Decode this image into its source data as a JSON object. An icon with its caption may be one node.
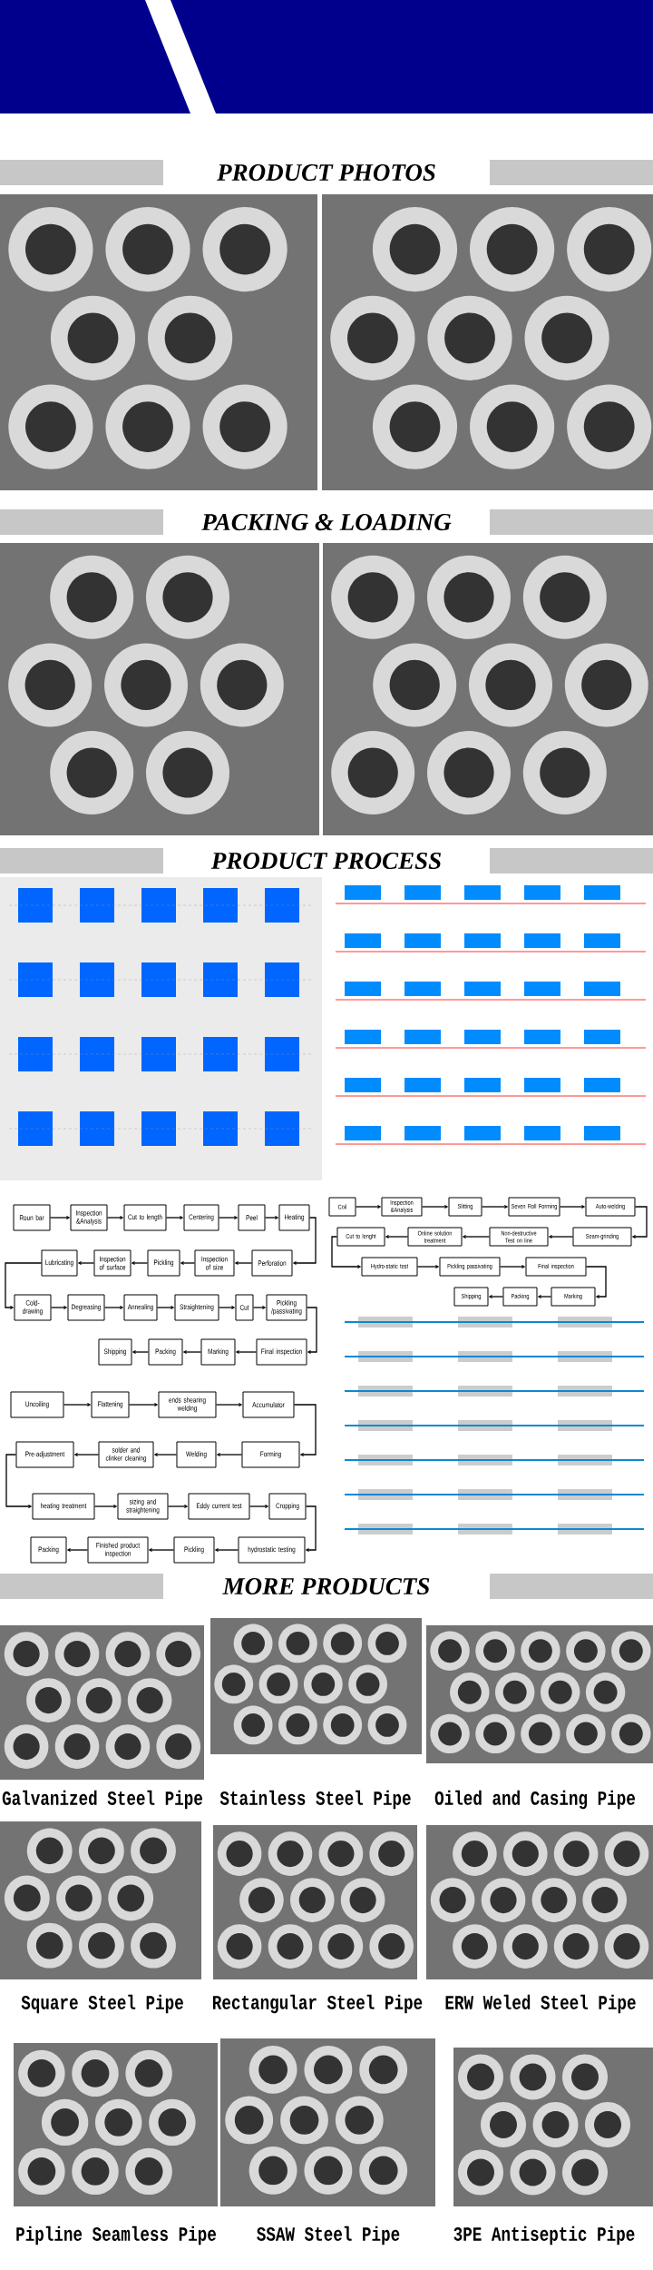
{
  "diagram": {
    "nodes": [
      {
        "text": [
          "Roun bar"
        ]
      },
      {
        "text": [
          "Inspection &Analysis"
        ]
      },
      {
        "text": [
          "Cut to length"
        ]
      },
      {
        "text": [
          "Centering"
        ]
      },
      {
        "text": [
          "Peel"
        ]
      },
      {
        "text": [
          "Heating"
        ]
      },
      {
        "text": [
          "Lubricating"
        ]
      },
      {
        "text": [
          "Inspection of surface"
        ]
      },
      {
        "text": [
          "Pickling"
        ]
      },
      {
        "text": [
          "Inspection of size"
        ]
      },
      {
        "text": [
          "Perforation"
        ]
      },
      {
        "text": [
          "Cold-drawing"
        ]
      },
      {
        "text": [
          "Degreasing"
        ]
      },
      {
        "text": [
          "Annealing"
        ]
      },
      {
        "text": [
          "Straightening"
        ]
      },
      {
        "text": [
          "Cut"
        ]
      },
      {
        "text": [
          "Pickling /passivating"
        ]
      },
      {
        "text": [
          "Shipping"
        ]
      },
      {
        "text": [
          "Packing"
        ]
      },
      {
        "text": [
          "Marking"
        ]
      },
      {
        "text": [
          "Final inspection"
        ]
      },
      {
        "text": [
          "Coil"
        ]
      },
      {
        "text": [
          "Inspection &Analysis"
        ]
      },
      {
        "text": [
          "Slitting"
        ]
      },
      {
        "text": [
          "Seven Roll Forming"
        ]
      },
      {
        "text": [
          "Auto-welding"
        ]
      },
      {
        "text": [
          "Cut to lenght"
        ]
      },
      {
        "text": [
          "Online solution treatment"
        ]
      },
      {
        "text": [
          "Non-destructive Test on line"
        ]
      },
      {
        "text": [
          "Seam-grinding"
        ]
      },
      {
        "text": [
          "Hydro-static test"
        ]
      },
      {
        "text": [
          "Pickling passivating"
        ]
      },
      {
        "text": [
          "Final inspection"
        ]
      },
      {
        "text": [
          "Shipping"
        ]
      },
      {
        "text": [
          "Packing"
        ]
      },
      {
        "text": [
          "Marking"
        ]
      },
      {
        "text": [
          "Uncoiling"
        ]
      },
      {
        "text": [
          "Flattening"
        ]
      },
      {
        "text": [
          "ends shearing welding"
        ]
      },
      {
        "text": [
          "Accumulator"
        ]
      },
      {
        "text": [
          "Pre-adjustment"
        ]
      },
      {
        "text": [
          "solder and clinker cleaning"
        ]
      },
      {
        "text": [
          "Welding"
        ]
      },
      {
        "text": [
          "Forming"
        ]
      },
      {
        "text": [
          "heating treatment"
        ]
      },
      {
        "text": [
          "sizing and straightening"
        ]
      },
      {
        "text": [
          "Eddy current test"
        ]
      },
      {
        "text": [
          "Cropping"
        ]
      },
      {
        "text": [
          "Packing"
        ]
      },
      {
        "text": [
          "Finished product inspection"
        ]
      },
      {
        "text": [
          "Pickling"
        ]
      },
      {
        "text": [
          "hydrostatic testing"
        ]
      }
    ],
    "edges": [
      {
        "from": 0,
        "to": 1,
        "arrow": "to"
      },
      {
        "from": 1,
        "to": 2,
        "arrow": "to"
      },
      {
        "from": 2,
        "to": 3,
        "arrow": "to"
      },
      {
        "from": 3,
        "to": 4,
        "arrow": "to"
      },
      {
        "from": 4,
        "to": 5,
        "arrow": "to"
      },
      {
        "from": 5,
        "to": 10,
        "arrow": "to"
      },
      {
        "from": 10,
        "to": 9,
        "arrow": "to"
      },
      {
        "from": 9,
        "to": 8,
        "arrow": "to"
      },
      {
        "from": 8,
        "to": 7,
        "arrow": "to"
      },
      {
        "from": 7,
        "to": 6,
        "arrow": "to"
      },
      {
        "from": 6,
        "to": 11,
        "arrow": "to"
      },
      {
        "from": 11,
        "to": 12,
        "arrow": "to"
      },
      {
        "from": 12,
        "to": 13,
        "arrow": "to"
      },
      {
        "from": 13,
        "to": 14,
        "arrow": "to"
      },
      {
        "from": 14,
        "to": 15,
        "arrow": "to"
      },
      {
        "from": 15,
        "to": 16,
        "arrow": "to"
      },
      {
        "from": 16,
        "to": 20,
        "arrow": "to"
      },
      {
        "from": 20,
        "to": 19,
        "arrow": "to"
      },
      {
        "from": 19,
        "to": 18,
        "arrow": "to"
      },
      {
        "from": 18,
        "to": 17,
        "arrow": "to"
      },
      {
        "from": 21,
        "to": 22,
        "arrow": "to"
      },
      {
        "from": 22,
        "to": 23,
        "arrow": "to"
      },
      {
        "from": 23,
        "to": 24,
        "arrow": "to"
      },
      {
        "from": 24,
        "to": 25,
        "arrow": "to"
      },
      {
        "from": 25,
        "to": 29,
        "arrow": "to"
      },
      {
        "from": 29,
        "to": 28,
        "arrow": "to"
      },
      {
        "from": 28,
        "to": 27,
        "arrow": "to"
      },
      {
        "from": 27,
        "to": 26,
        "arrow": "to"
      },
      {
        "from": 26,
        "to": 30,
        "arrow": "to"
      },
      {
        "from": 30,
        "to": 31,
        "arrow": "to"
      },
      {
        "from": 31,
        "to": 32,
        "arrow": "to"
      },
      {
        "from": 32,
        "to": 35,
        "arrow": "to"
      },
      {
        "from": 35,
        "to": 34,
        "arrow": "to"
      },
      {
        "from": 34,
        "to": 33,
        "arrow": "to"
      },
      {
        "from": 36,
        "to": 37,
        "arrow": "to"
      },
      {
        "from": 37,
        "to": 38,
        "arrow": "to"
      },
      {
        "from": 38,
        "to": 39,
        "arrow": "to"
      },
      {
        "from": 39,
        "to": 43,
        "arrow": "to"
      },
      {
        "from": 43,
        "to": 42,
        "arrow": "to"
      },
      {
        "from": 42,
        "to": 41,
        "arrow": "to"
      },
      {
        "from": 41,
        "to": 40,
        "arrow": "to"
      },
      {
        "from": 40,
        "to": 44,
        "arrow": "to"
      },
      {
        "from": 44,
        "to": 45,
        "arrow": "to"
      },
      {
        "from": 45,
        "to": 46,
        "arrow": "to"
      },
      {
        "from": 46,
        "to": 47,
        "arrow": "to"
      },
      {
        "from": 47,
        "to": 51,
        "arrow": "to"
      },
      {
        "from": 51,
        "to": 50,
        "arrow": "to"
      },
      {
        "from": 50,
        "to": 49,
        "arrow": "to"
      },
      {
        "from": 49,
        "to": 48,
        "arrow": "to"
      }
    ],
    "labels": [
      "PRODUCT PHOTOS",
      "PACKING & LOADING",
      "PRODUCT PROCESS",
      "MORE PRODUCTS",
      "Galvanized Steel Pipe",
      "Stainless Steel Pipe",
      "Oiled and Casing Pipe",
      "Square Steel Pipe",
      "Rectangular Steel Pipe",
      "ERW Weled Steel Pipe",
      "Pipline Seamless Pipe",
      "SSAW Steel Pipe",
      "3PE Antiseptic Pipe"
    ]
  }
}
